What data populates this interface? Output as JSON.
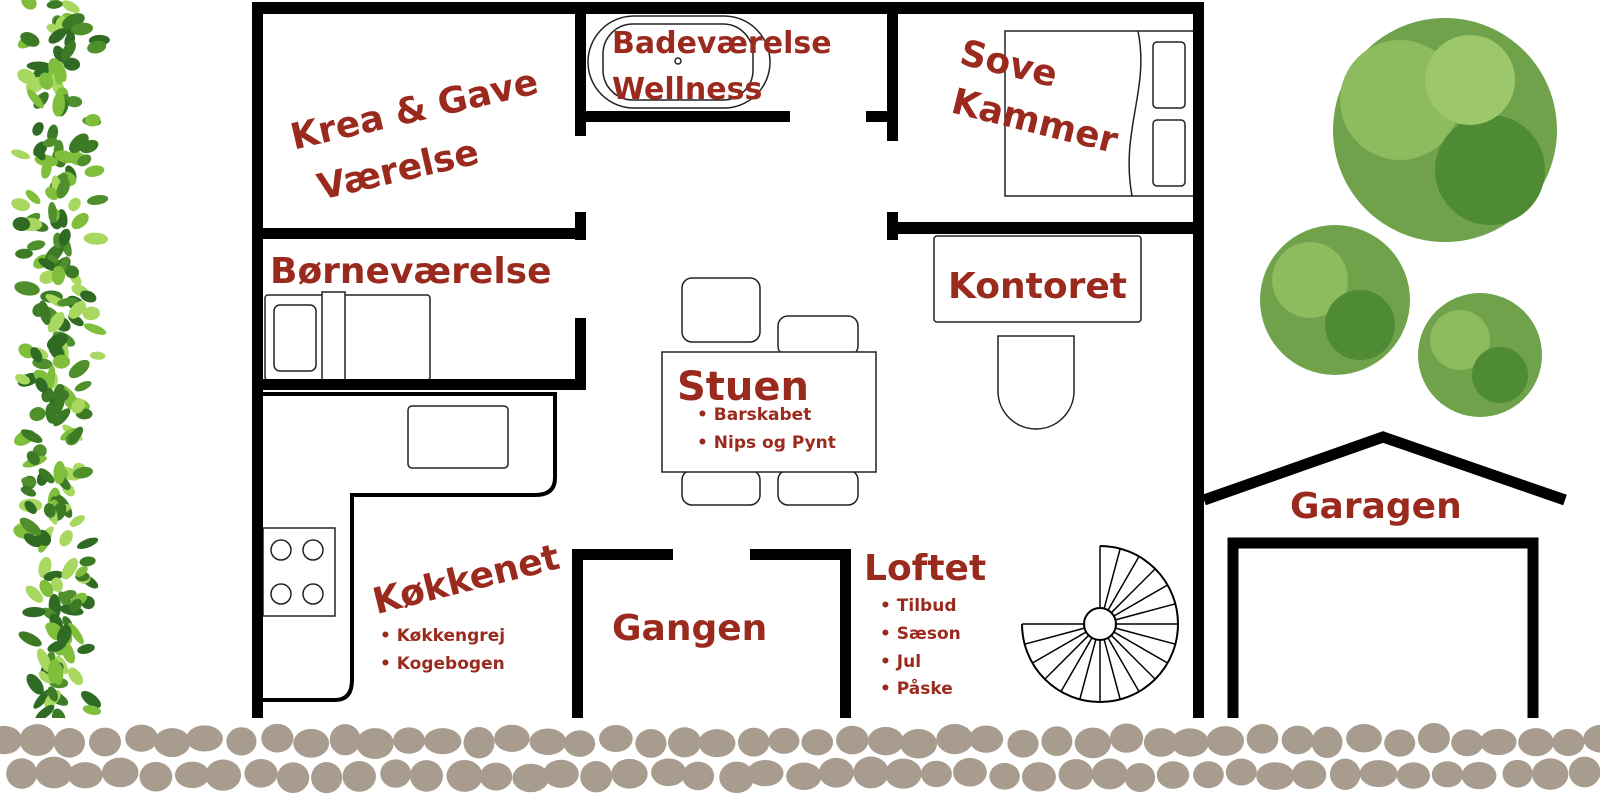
{
  "rooms": {
    "krea": {
      "line1": "Krea & Gave",
      "line2": "Værelse"
    },
    "bad": {
      "line1": "Badeværelse",
      "line2": "Wellness"
    },
    "sove": {
      "line1": "Sove",
      "line2": "Kammer"
    },
    "boern": {
      "label": "Børneværelse"
    },
    "kontor": {
      "label": "Kontoret"
    },
    "stuen": {
      "label": "Stuen",
      "items": [
        "Barskabet",
        "Nips og Pynt"
      ]
    },
    "koekken": {
      "label": "Køkkenet",
      "items": [
        "Køkkengrej",
        "Kogebogen"
      ]
    },
    "gangen": {
      "label": "Gangen"
    },
    "loftet": {
      "label": "Loftet",
      "items": [
        "Tilbud",
        "Sæson",
        "Jul",
        "Påske"
      ]
    },
    "garagen": {
      "label": "Garagen"
    }
  },
  "colors": {
    "label": "#9b2a1e",
    "wall": "#000000",
    "stone": "#a89c8f",
    "foliage": "#5f9a3a"
  }
}
